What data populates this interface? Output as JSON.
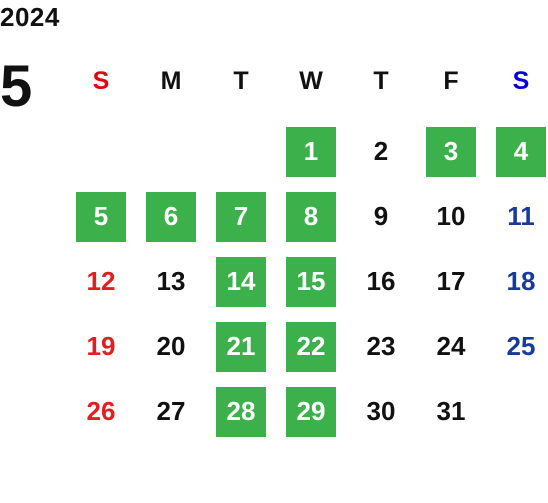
{
  "calendar": {
    "year": "2024",
    "month": "5",
    "weekdays": [
      {
        "label": "S",
        "color": "#e60012"
      },
      {
        "label": "M",
        "color": "#111111"
      },
      {
        "label": "T",
        "color": "#111111"
      },
      {
        "label": "W",
        "color": "#111111"
      },
      {
        "label": "T",
        "color": "#111111"
      },
      {
        "label": "F",
        "color": "#111111"
      },
      {
        "label": "S",
        "color": "#0000dd"
      }
    ],
    "highlight_color": "#3cb04a",
    "weeks": [
      [
        null,
        null,
        null,
        {
          "day": "1",
          "highlighted": true
        },
        {
          "day": "2",
          "highlighted": false
        },
        {
          "day": "3",
          "highlighted": true
        },
        {
          "day": "4",
          "highlighted": true
        }
      ],
      [
        {
          "day": "5",
          "highlighted": true
        },
        {
          "day": "6",
          "highlighted": true
        },
        {
          "day": "7",
          "highlighted": true
        },
        {
          "day": "8",
          "highlighted": true
        },
        {
          "day": "9",
          "highlighted": false
        },
        {
          "day": "10",
          "highlighted": false
        },
        {
          "day": "11",
          "highlighted": false,
          "color": "#1a3a9a"
        }
      ],
      [
        {
          "day": "12",
          "highlighted": false,
          "color": "#e02020"
        },
        {
          "day": "13",
          "highlighted": false
        },
        {
          "day": "14",
          "highlighted": true
        },
        {
          "day": "15",
          "highlighted": true
        },
        {
          "day": "16",
          "highlighted": false
        },
        {
          "day": "17",
          "highlighted": false
        },
        {
          "day": "18",
          "highlighted": false,
          "color": "#1a3a9a"
        }
      ],
      [
        {
          "day": "19",
          "highlighted": false,
          "color": "#e02020"
        },
        {
          "day": "20",
          "highlighted": false
        },
        {
          "day": "21",
          "highlighted": true
        },
        {
          "day": "22",
          "highlighted": true
        },
        {
          "day": "23",
          "highlighted": false
        },
        {
          "day": "24",
          "highlighted": false
        },
        {
          "day": "25",
          "highlighted": false,
          "color": "#1a3a9a"
        }
      ],
      [
        {
          "day": "26",
          "highlighted": false,
          "color": "#e02020"
        },
        {
          "day": "27",
          "highlighted": false
        },
        {
          "day": "28",
          "highlighted": true
        },
        {
          "day": "29",
          "highlighted": true
        },
        {
          "day": "30",
          "highlighted": false
        },
        {
          "day": "31",
          "highlighted": false
        },
        null
      ]
    ]
  }
}
